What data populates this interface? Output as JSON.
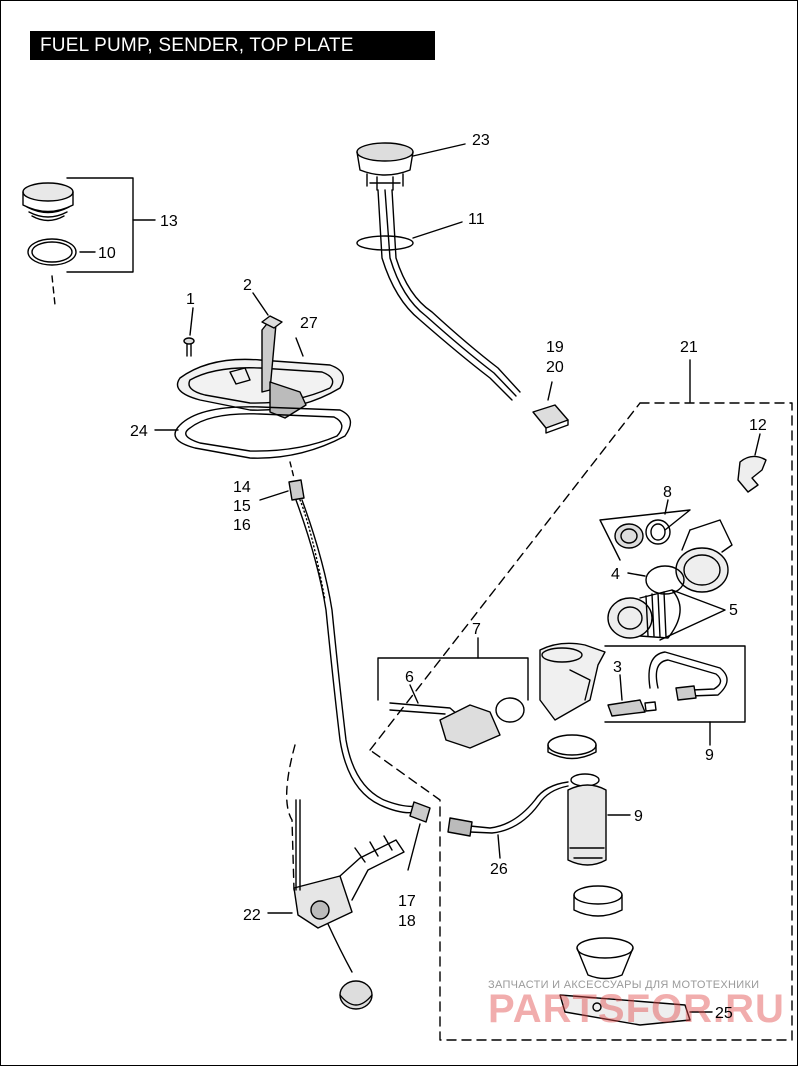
{
  "title": "FUEL PUMP, SENDER, TOP PLATE",
  "callouts": {
    "c1": "1",
    "c2": "2",
    "c3": "3",
    "c4": "4",
    "c5": "5",
    "c6": "6",
    "c7": "7",
    "c8": "8",
    "c9a": "9",
    "c9b": "9",
    "c10": "10",
    "c11": "11",
    "c12": "12",
    "c13": "13",
    "c14": "14",
    "c15": "15",
    "c16": "16",
    "c17": "17",
    "c18": "18",
    "c19": "19",
    "c20": "20",
    "c21": "21",
    "c22": "22",
    "c23": "23",
    "c24": "24",
    "c25": "25",
    "c26": "26",
    "c27": "27"
  },
  "watermark": {
    "line1": "ЗАПЧАСТИ И АКСЕССУАРЫ ДЛЯ МОТОТЕХНИКИ",
    "line2": "PARTSFOR.RU"
  }
}
